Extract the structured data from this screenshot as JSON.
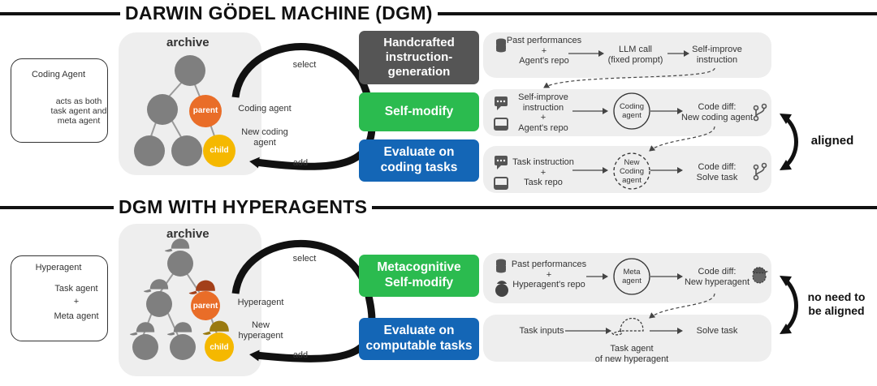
{
  "headers": {
    "top": "DARWIN GÖDEL MACHINE (DGM)",
    "bottom": "DGM WITH HYPERAGENTS"
  },
  "top": {
    "legend": {
      "title": "Coding Agent",
      "desc_line1": "acts as both",
      "desc_line2": "task agent and",
      "desc_line3": "meta agent"
    },
    "archive": {
      "title": "archive",
      "parent": "parent",
      "child": "child",
      "parent_note": "Coding agent",
      "child_note_line1": "New coding",
      "child_note_line2": "agent",
      "select": "select",
      "add": "add"
    },
    "steps": {
      "handcrafted_line1": "Handcrafted",
      "handcrafted_line2": "instruction-",
      "handcrafted_line3": "generation",
      "self_modify": "Self-modify",
      "evaluate_line1": "Evaluate on",
      "evaluate_line2": "coding tasks"
    },
    "row1": {
      "input_line1": "Past performances",
      "plus": "+",
      "input_line3": "Agent's repo",
      "llm_line1": "LLM call",
      "llm_line2": "(fixed prompt)",
      "out_line1": "Self-improve",
      "out_line2": "instruction"
    },
    "row2": {
      "input_line1": "Self-improve",
      "input_line2": "instruction",
      "plus": "+",
      "input_line4": "Agent's repo",
      "node_line1": "Coding",
      "node_line2": "agent",
      "out_line1": "Code diff:",
      "out_line2": "New coding agent"
    },
    "row3": {
      "input_line1": "Task instruction",
      "plus": "+",
      "input_line3": "Task repo",
      "node_line1": "New",
      "node_line2": "Coding",
      "node_line3": "agent",
      "out_line1": "Code diff:",
      "out_line2": "Solve task"
    },
    "aligned": "aligned"
  },
  "bottom": {
    "legend": {
      "title": "Hyperagent",
      "task": "Task agent",
      "plus": "+",
      "meta": "Meta agent"
    },
    "archive": {
      "title": "archive",
      "parent": "parent",
      "child": "child",
      "parent_note": "Hyperagent",
      "child_note_line1": "New",
      "child_note_line2": "hyperagent",
      "select": "select",
      "add": "add"
    },
    "steps": {
      "meta_line1": "Metacognitive",
      "meta_line2": "Self-modify",
      "evaluate_line1": "Evaluate on",
      "evaluate_line2": "computable tasks"
    },
    "row1": {
      "input_line1": "Past performances",
      "plus": "+",
      "input_line3": "Hyperagent's repo",
      "node_line1": "Meta",
      "node_line2": "agent",
      "out_line1": "Code diff:",
      "out_line2": "New hyperagent"
    },
    "row2": {
      "input": "Task inputs",
      "node_line1": "Task agent",
      "node_line2": "of new hyperagent",
      "out": "Solve task"
    },
    "aligned_line1": "no need to",
    "aligned_line2": "be aligned"
  },
  "colors": {
    "orange": "#e96d28",
    "yellow": "#f5b800",
    "gray_node": "#7f7f7f",
    "green": "#2bbb4f",
    "blue": "#1466b6",
    "dark_gray": "#555555",
    "panel": "#eeeeee"
  },
  "icons": [
    "database-icon",
    "chat-icon",
    "repo-icon",
    "git-branch-icon",
    "cap-icon",
    "meta-agent-icon"
  ]
}
